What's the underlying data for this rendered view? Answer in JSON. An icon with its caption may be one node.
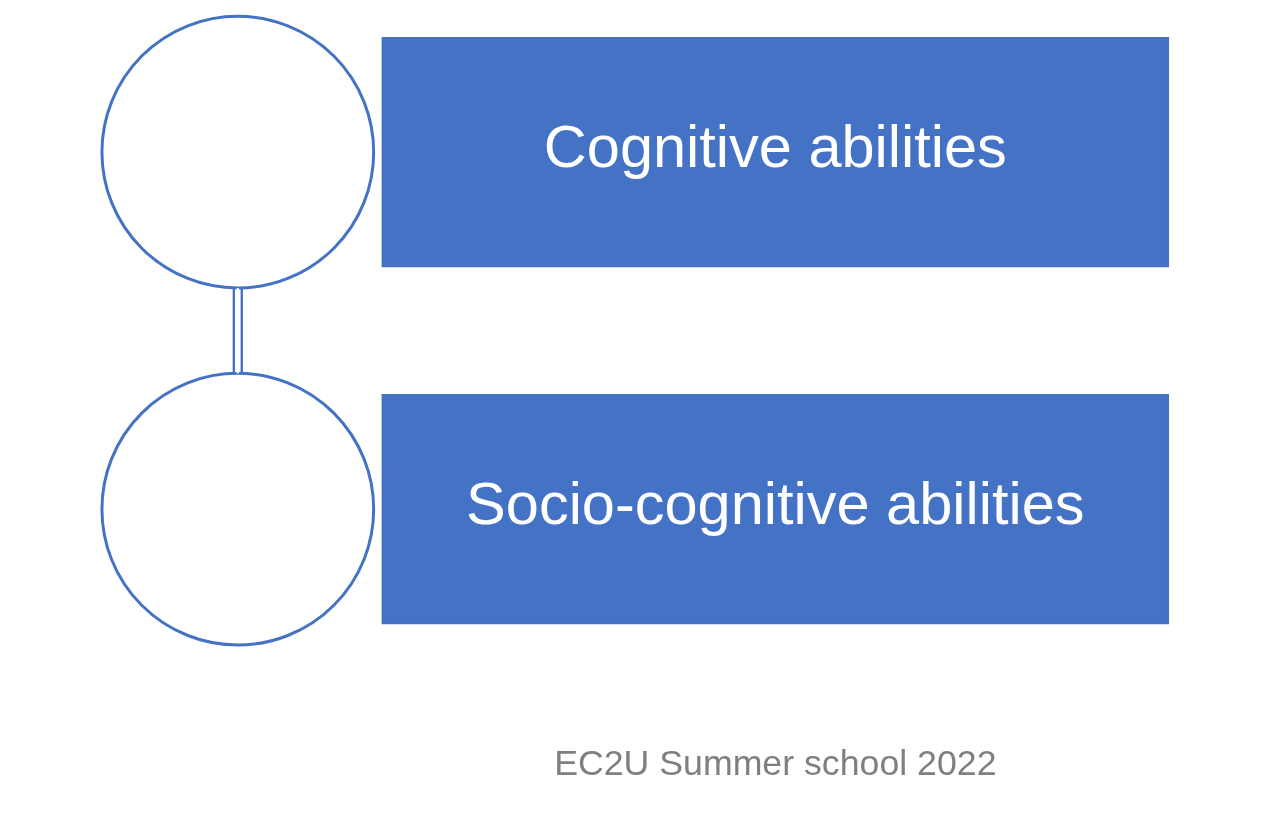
{
  "diagram": {
    "nodes": [
      {
        "text": [],
        "shape": "circle"
      },
      {
        "text": [
          "Cognitive abilities"
        ]
      },
      {
        "text": [],
        "shape": "circle"
      },
      {
        "text": [
          "Socio-cognitive abilities"
        ]
      }
    ],
    "edges": [
      {
        "from": 0,
        "to": 2,
        "arrow": "none"
      }
    ],
    "labels": [
      "EC2U Summer school 2022"
    ]
  }
}
